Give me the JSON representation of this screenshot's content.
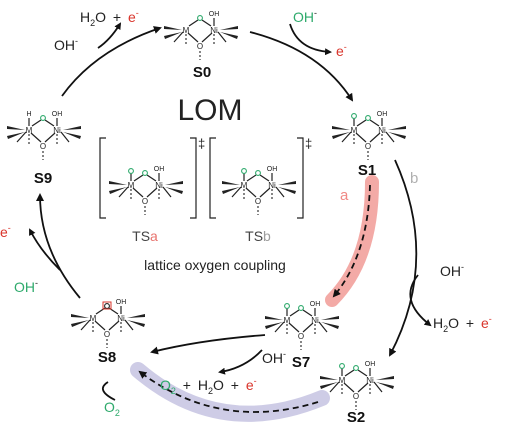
{
  "title": "LOM",
  "subtitle": "lattice oxygen coupling",
  "colors": {
    "oxygen": "#2eaa6c",
    "electron": "#d9342b",
    "path_a": "#f19b97",
    "path_b": "#c9c6e3",
    "ts_sub_a": "#e8736e",
    "ts_sub_b": "#9d9d9d",
    "b_label": "#b0b0b0"
  },
  "atoms": {
    "M": "M",
    "Ni": "Ni",
    "O": "O",
    "OH": "OH",
    "H": "H"
  },
  "states": {
    "s0": "S0",
    "s1": "S1",
    "s2": "S2",
    "s7": "S7",
    "s8": "S8",
    "s9": "S9"
  },
  "ts": {
    "a_prefix": "TS",
    "a_sub": "a",
    "b_prefix": "TS",
    "b_sub": "b",
    "dagger": "‡"
  },
  "paths": {
    "a": "a",
    "b": "b"
  },
  "chem": {
    "oh": "OH",
    "minus": "-",
    "h2o": "H",
    "two": "2",
    "o_letter": "O",
    "plus": "+",
    "e": "e"
  }
}
